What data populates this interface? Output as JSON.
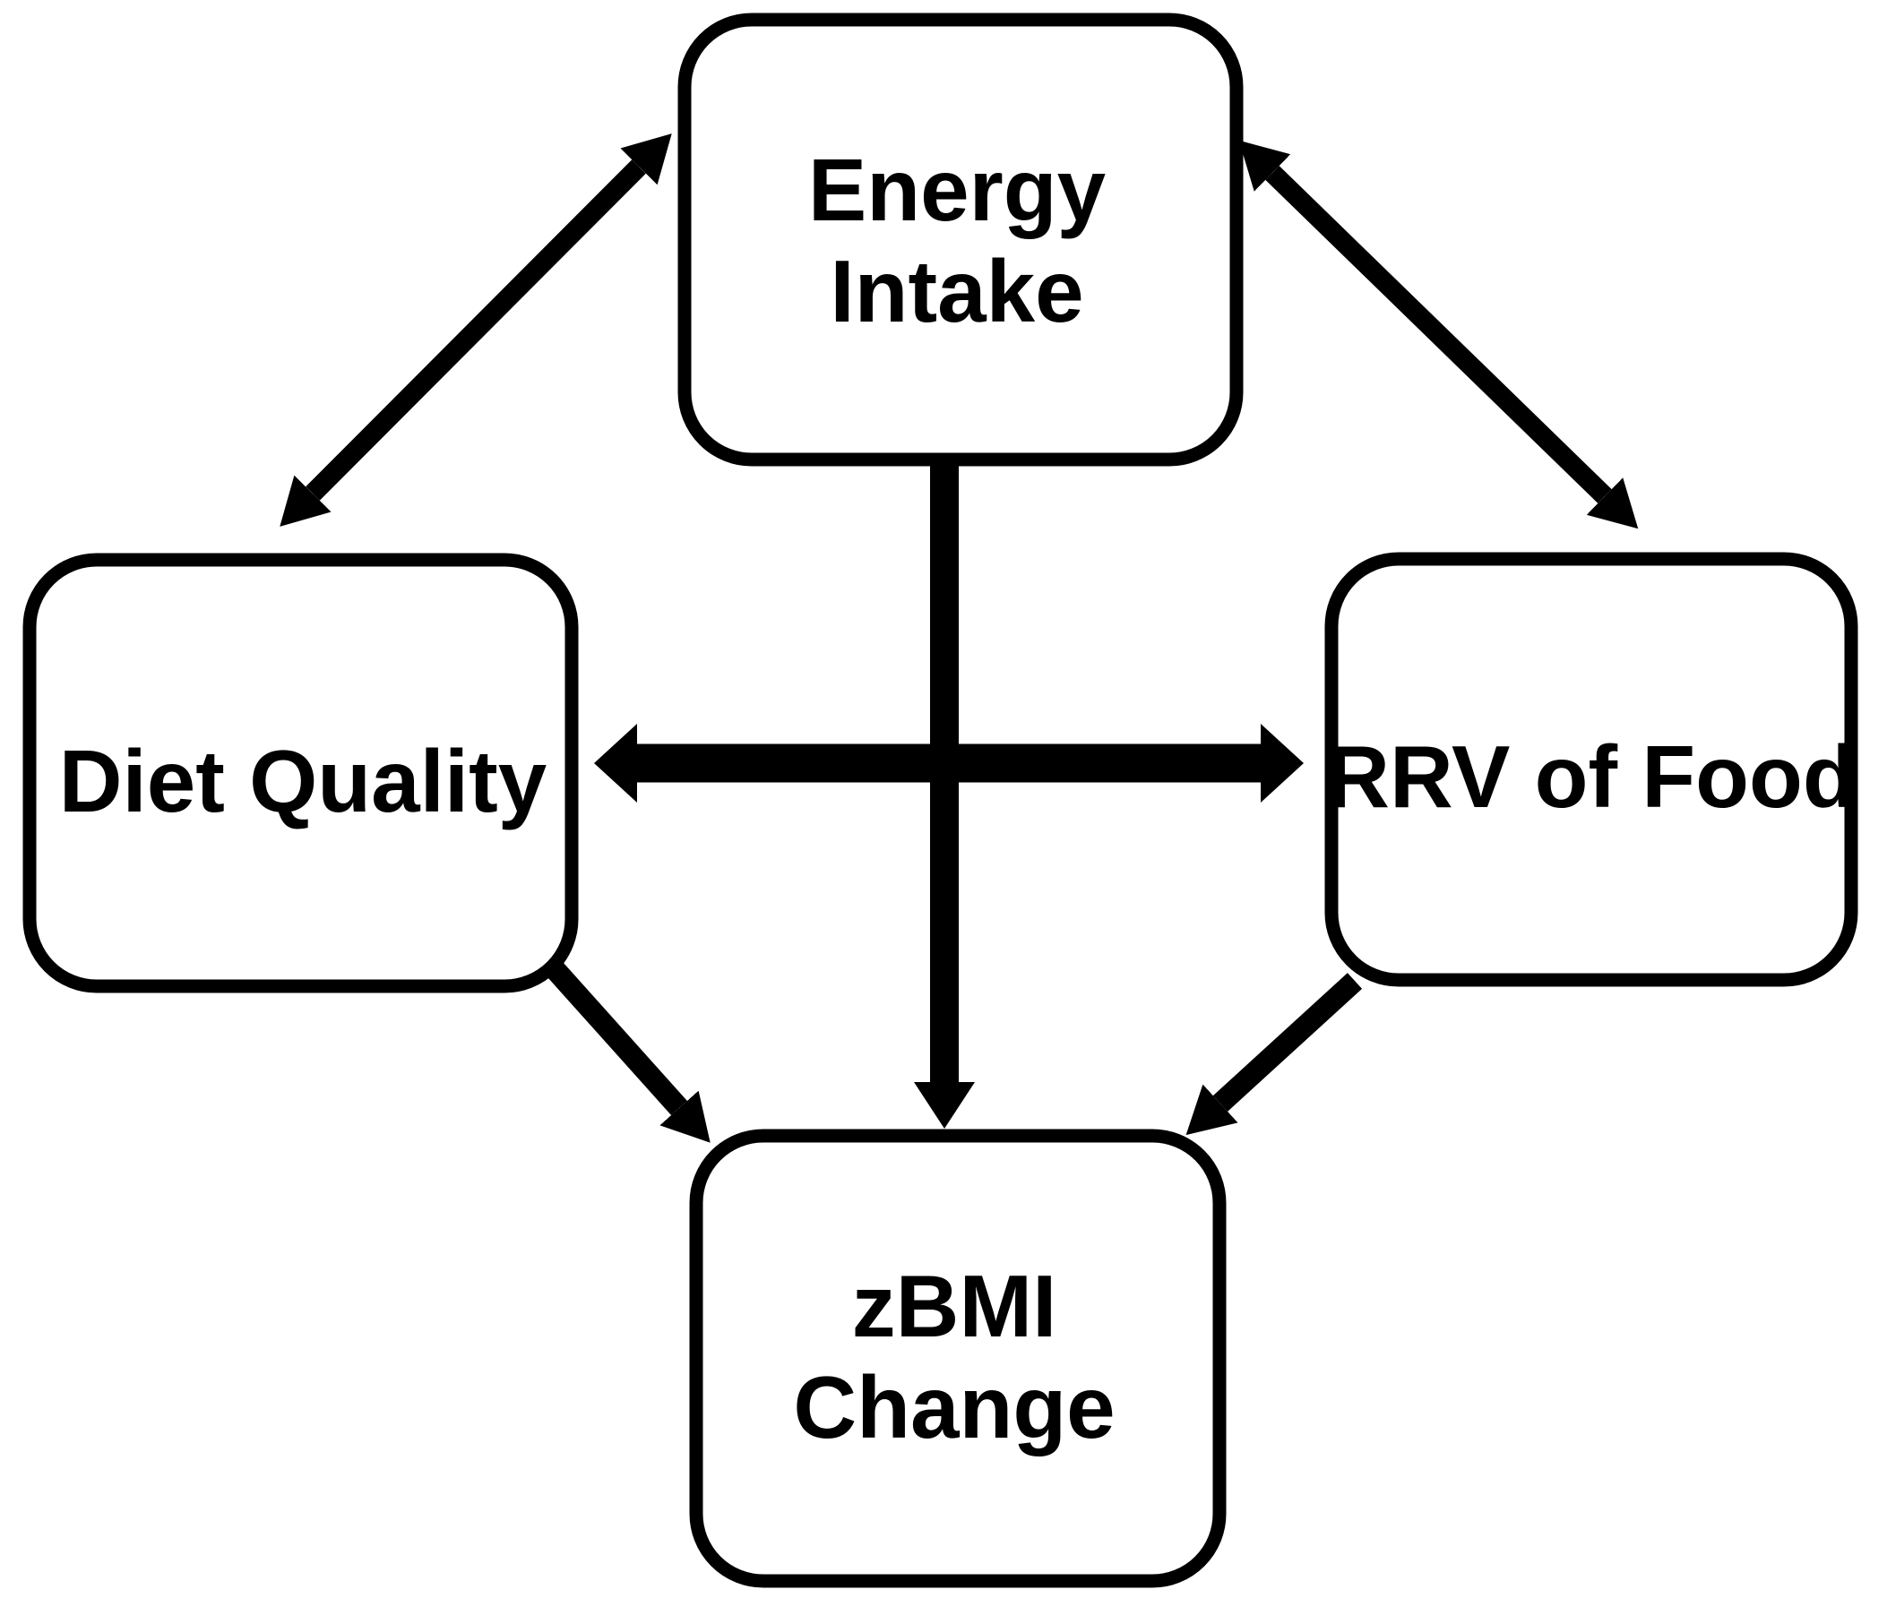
{
  "diagram": {
    "type": "path-model-diagram",
    "colors": {
      "ink": "#000000",
      "background": "#ffffff"
    },
    "nodes": {
      "energy_intake": {
        "label": "Energy Intake",
        "line1": "Energy",
        "line2": "Intake"
      },
      "diet_quality": {
        "label": "Diet Quality",
        "line1": "Diet Quality"
      },
      "rrv_of_food": {
        "label": "RRV of Food",
        "line1": "RRV of Food"
      },
      "zbmi_change": {
        "label": "zBMI Change",
        "line1": "zBMI",
        "line2": "Change"
      }
    },
    "edges": [
      {
        "from": "diet_quality",
        "to": "energy_intake",
        "direction": "bidirectional"
      },
      {
        "from": "energy_intake",
        "to": "rrv_of_food",
        "direction": "bidirectional"
      },
      {
        "from": "diet_quality",
        "to": "rrv_of_food",
        "direction": "bidirectional"
      },
      {
        "from": "energy_intake",
        "to": "zbmi_change",
        "direction": "one-way"
      },
      {
        "from": "diet_quality",
        "to": "zbmi_change",
        "direction": "one-way"
      },
      {
        "from": "rrv_of_food",
        "to": "zbmi_change",
        "direction": "one-way"
      }
    ]
  }
}
